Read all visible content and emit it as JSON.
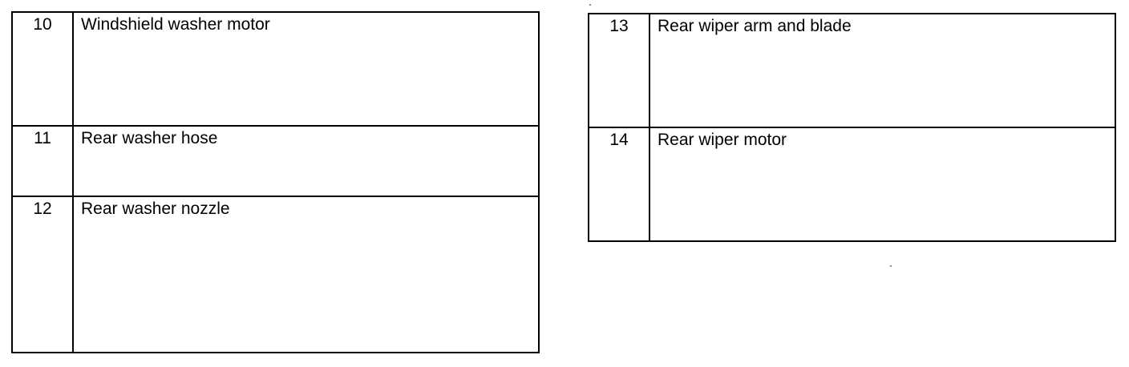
{
  "left_table": {
    "rows": [
      {
        "number": "10",
        "description": "Windshield washer motor"
      },
      {
        "number": "11",
        "description": "Rear washer hose"
      },
      {
        "number": "12",
        "description": "Rear washer nozzle"
      }
    ]
  },
  "right_table": {
    "rows": [
      {
        "number": "13",
        "description": "Rear wiper arm and blade"
      },
      {
        "number": "14",
        "description": "Rear wiper motor"
      }
    ]
  }
}
